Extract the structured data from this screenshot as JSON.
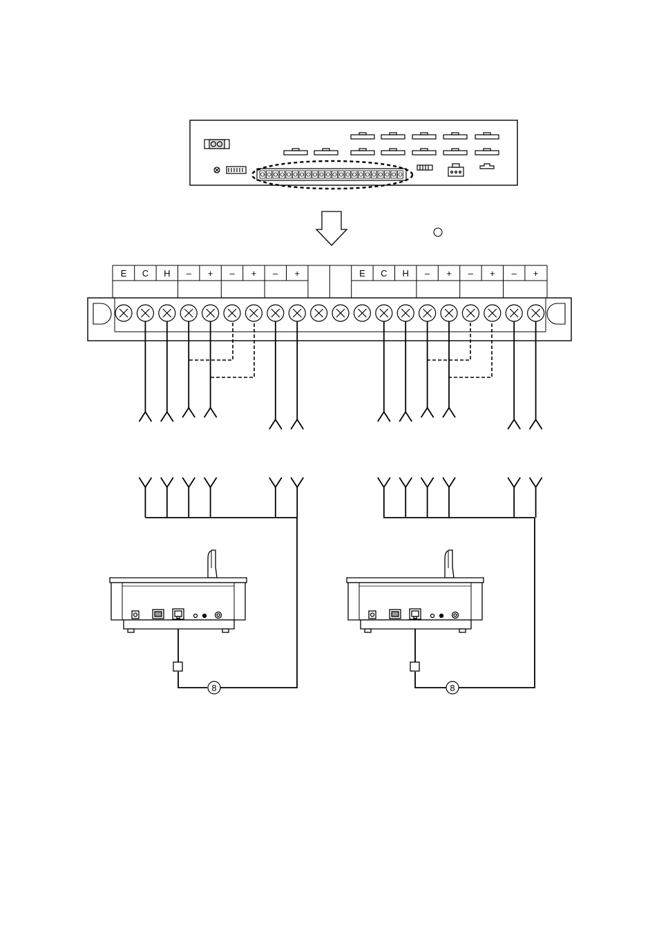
{
  "terminal_block": {
    "labels": [
      "E",
      "C",
      "H",
      "–",
      "+",
      "–",
      "+",
      "–",
      "+",
      "",
      "",
      "E",
      "C",
      "H",
      "–",
      "+",
      "–",
      "+",
      "–",
      "+"
    ]
  },
  "cable_tag": "8",
  "colors": {
    "line": "#000000",
    "background": "#ffffff",
    "light_gray": "#dddddd"
  },
  "icons": [
    "down-arrow-icon",
    "screw-terminal-icon",
    "crimp-splice-icon",
    "modular-jack-icon",
    "microphone-icon"
  ]
}
